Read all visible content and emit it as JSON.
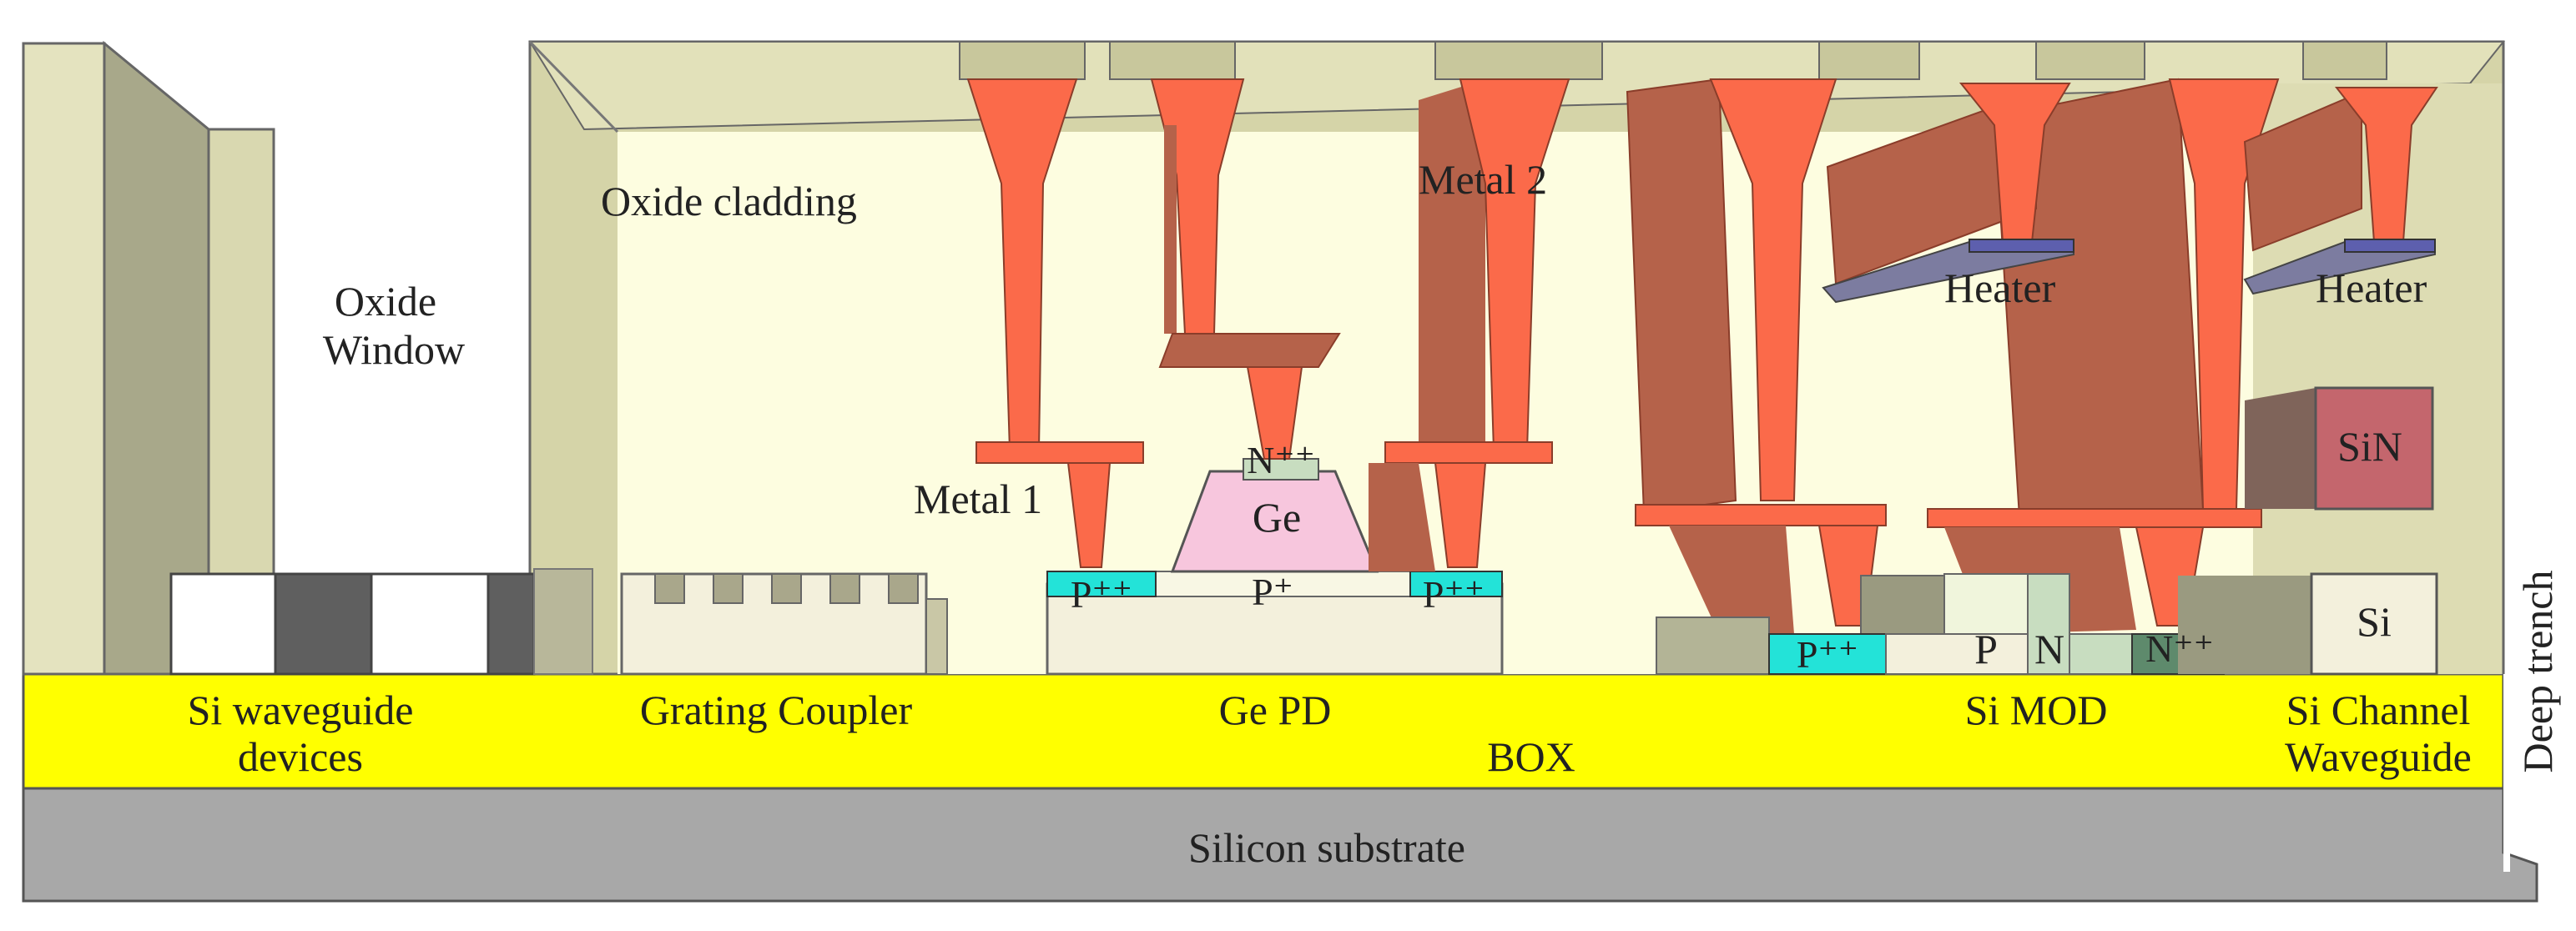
{
  "labels": {
    "oxide_window_1": "Oxide",
    "oxide_window_2": "Window",
    "oxide_cladding": "Oxide cladding",
    "metal_2": "Metal 2",
    "metal_1": "Metal 1",
    "heater_1": "Heater",
    "heater_2": "Heater",
    "sin": "SiN",
    "ge": "Ge",
    "n_plus_plus_ge": "N⁺⁺",
    "p_plus_plus_left": "P⁺⁺",
    "p_plus": "P⁺",
    "p_plus_plus_right": "P⁺⁺",
    "p_plus_plus_mod": "P⁺⁺",
    "p_mod": "P",
    "n_mod": "N",
    "n_plus_plus_mod": "N⁺⁺",
    "si": "Si",
    "deep_trench": "Deep trench",
    "si_waveguide_1": "Si waveguide",
    "si_waveguide_2": "devices",
    "grating_coupler": "Grating Coupler",
    "ge_pd": "Ge PD",
    "si_mod": "Si MOD",
    "si_channel_1": "Si Channel",
    "si_channel_2": "Waveguide",
    "box": "BOX",
    "silicon_substrate": "Silicon substrate"
  },
  "colors": {
    "substrate": "#a8a8a8",
    "box": "#ffff00",
    "cladding_front": "#fdfde0",
    "cladding_wall": "#d5d4a8",
    "cladding_top": "#e2e1ba",
    "metal_front": "#fb6a4a",
    "metal_side": "#b5624a",
    "heater": "#5d5fae",
    "heater_side": "#7c7ca0",
    "ge": "#f7c6dd",
    "sin": "#c4666d",
    "si": "#f3f0dc",
    "doped_pp": "#23e3d8",
    "doped_nn": "#5e8a6c",
    "dark_si": "#5f5f5f"
  }
}
